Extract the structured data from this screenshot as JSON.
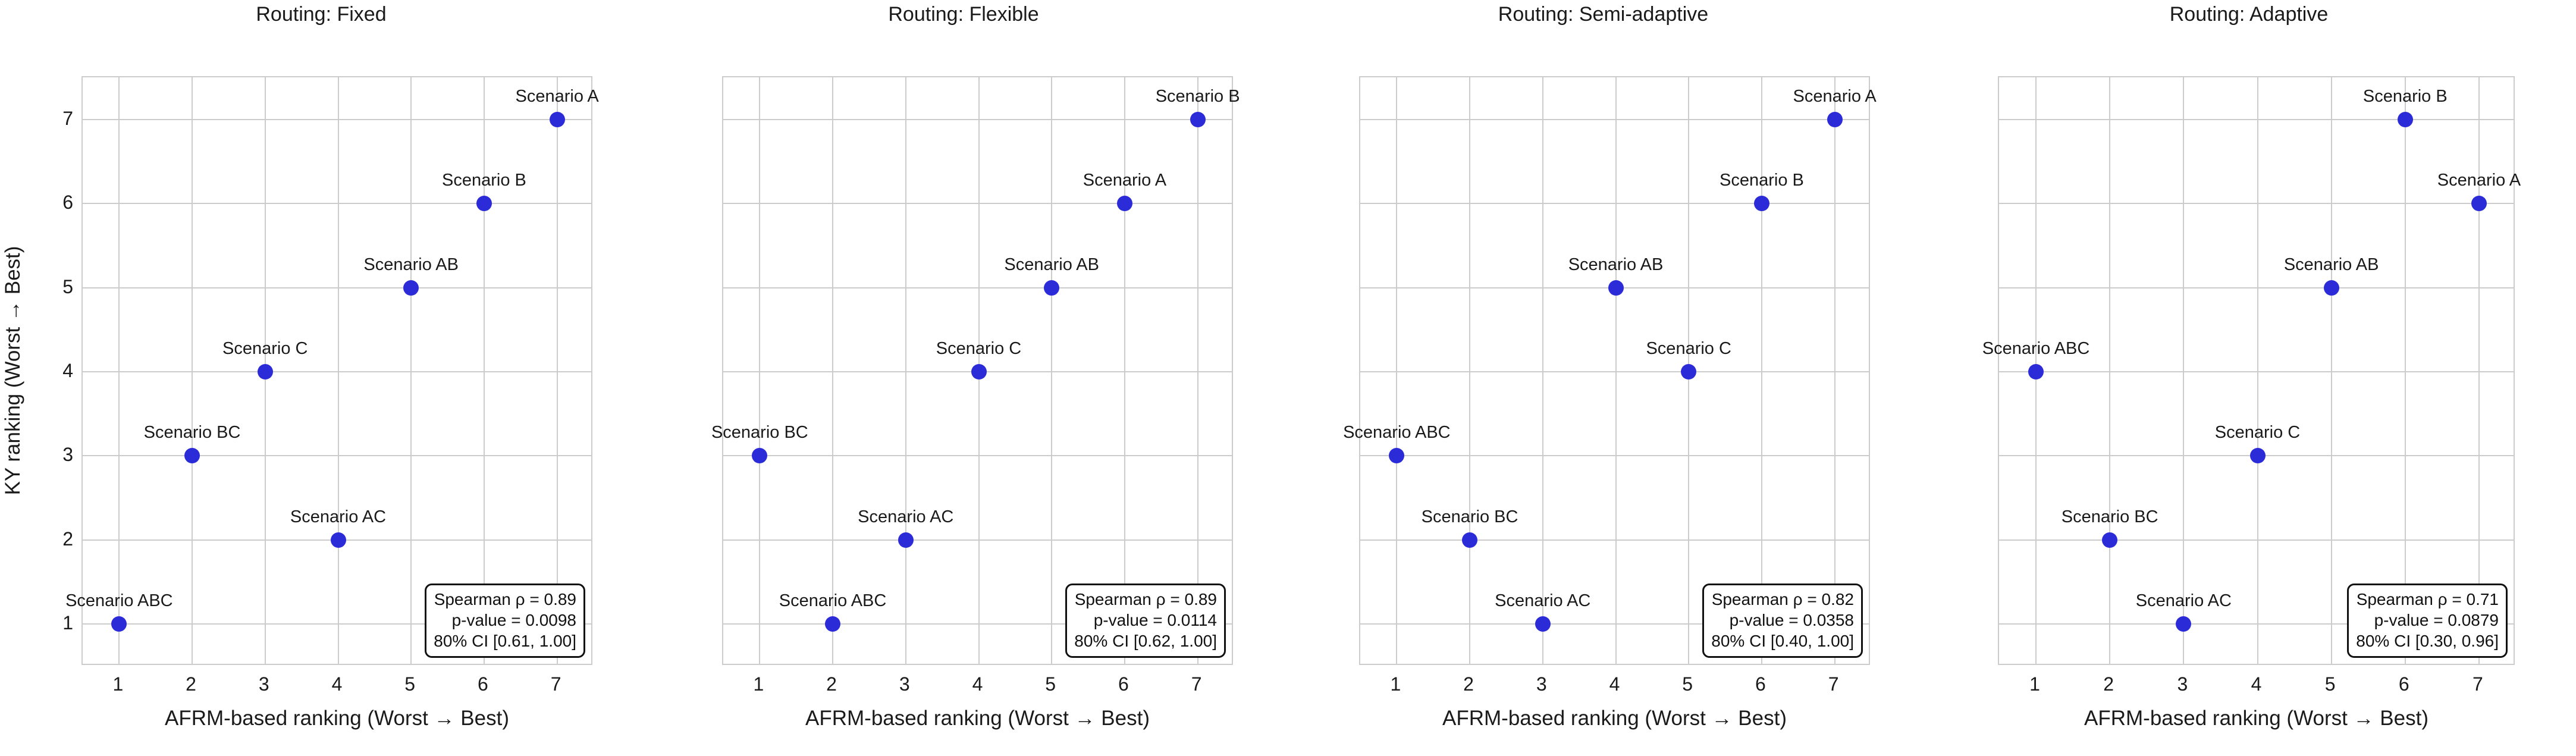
{
  "figure": {
    "background": "#ffffff",
    "point_color": "#2b2bd8",
    "grid_color": "#cccccc",
    "text_color": "#1a1a1a"
  },
  "axes": {
    "xlabel": "AFRM-based ranking (Worst → Best)",
    "ylabel": "KY ranking (Worst → Best)",
    "xticks": [
      "1",
      "2",
      "3",
      "4",
      "5",
      "6",
      "7"
    ],
    "yticks": [
      "1",
      "2",
      "3",
      "4",
      "5",
      "6",
      "7"
    ],
    "xlim": [
      0.5,
      7.5
    ],
    "ylim": [
      0.5,
      7.5
    ]
  },
  "chart_data": [
    {
      "type": "scatter",
      "title": "Routing: Fixed",
      "xlabel": "AFRM-based ranking (Worst → Best)",
      "ylabel": "KY ranking (Worst → Best)",
      "xlim": [
        0.5,
        7.5
      ],
      "ylim": [
        0.5,
        7.5
      ],
      "grid": true,
      "legend": "none",
      "points": [
        {
          "label": "Scenario ABC",
          "x": 1,
          "y": 1
        },
        {
          "label": "Scenario BC",
          "x": 2,
          "y": 3
        },
        {
          "label": "Scenario C",
          "x": 3,
          "y": 4
        },
        {
          "label": "Scenario AC",
          "x": 4,
          "y": 2
        },
        {
          "label": "Scenario AB",
          "x": 5,
          "y": 5
        },
        {
          "label": "Scenario B",
          "x": 6,
          "y": 6
        },
        {
          "label": "Scenario A",
          "x": 7,
          "y": 7
        }
      ],
      "annotation": {
        "spearman": "Spearman ρ = 0.89",
        "pvalue": "p-value = 0.0098",
        "ci": "80% CI [0.61, 1.00]"
      }
    },
    {
      "type": "scatter",
      "title": "Routing: Flexible",
      "xlabel": "AFRM-based ranking (Worst → Best)",
      "ylabel": "KY ranking (Worst → Best)",
      "xlim": [
        0.5,
        7.5
      ],
      "ylim": [
        0.5,
        7.5
      ],
      "grid": true,
      "legend": "none",
      "points": [
        {
          "label": "Scenario BC",
          "x": 1,
          "y": 3
        },
        {
          "label": "Scenario ABC",
          "x": 2,
          "y": 1
        },
        {
          "label": "Scenario AC",
          "x": 3,
          "y": 2
        },
        {
          "label": "Scenario C",
          "x": 4,
          "y": 4
        },
        {
          "label": "Scenario AB",
          "x": 5,
          "y": 5
        },
        {
          "label": "Scenario A",
          "x": 6,
          "y": 6
        },
        {
          "label": "Scenario B",
          "x": 7,
          "y": 7
        }
      ],
      "annotation": {
        "spearman": "Spearman ρ = 0.89",
        "pvalue": "p-value = 0.0114",
        "ci": "80% CI [0.62, 1.00]"
      }
    },
    {
      "type": "scatter",
      "title": "Routing: Semi-adaptive",
      "xlabel": "AFRM-based ranking (Worst → Best)",
      "ylabel": "KY ranking (Worst → Best)",
      "xlim": [
        0.5,
        7.5
      ],
      "ylim": [
        0.5,
        7.5
      ],
      "grid": true,
      "legend": "none",
      "points": [
        {
          "label": "Scenario ABC",
          "x": 1,
          "y": 3
        },
        {
          "label": "Scenario BC",
          "x": 2,
          "y": 2
        },
        {
          "label": "Scenario AC",
          "x": 3,
          "y": 1
        },
        {
          "label": "Scenario AB",
          "x": 4,
          "y": 5
        },
        {
          "label": "Scenario C",
          "x": 5,
          "y": 4
        },
        {
          "label": "Scenario B",
          "x": 6,
          "y": 6
        },
        {
          "label": "Scenario A",
          "x": 7,
          "y": 7
        }
      ],
      "annotation": {
        "spearman": "Spearman ρ = 0.82",
        "pvalue": "p-value = 0.0358",
        "ci": "80% CI [0.40, 1.00]"
      }
    },
    {
      "type": "scatter",
      "title": "Routing: Adaptive",
      "xlabel": "AFRM-based ranking (Worst → Best)",
      "ylabel": "KY ranking (Worst → Best)",
      "xlim": [
        0.5,
        7.5
      ],
      "ylim": [
        0.5,
        7.5
      ],
      "grid": true,
      "legend": "none",
      "points": [
        {
          "label": "Scenario ABC",
          "x": 1,
          "y": 4
        },
        {
          "label": "Scenario BC",
          "x": 2,
          "y": 2
        },
        {
          "label": "Scenario AC",
          "x": 3,
          "y": 1
        },
        {
          "label": "Scenario C",
          "x": 4,
          "y": 3
        },
        {
          "label": "Scenario AB",
          "x": 5,
          "y": 5
        },
        {
          "label": "Scenario B",
          "x": 6,
          "y": 7
        },
        {
          "label": "Scenario A",
          "x": 7,
          "y": 6
        }
      ],
      "annotation": {
        "spearman": "Spearman ρ = 0.71",
        "pvalue": "p-value = 0.0879",
        "ci": "80% CI [0.30, 0.96]"
      }
    }
  ]
}
